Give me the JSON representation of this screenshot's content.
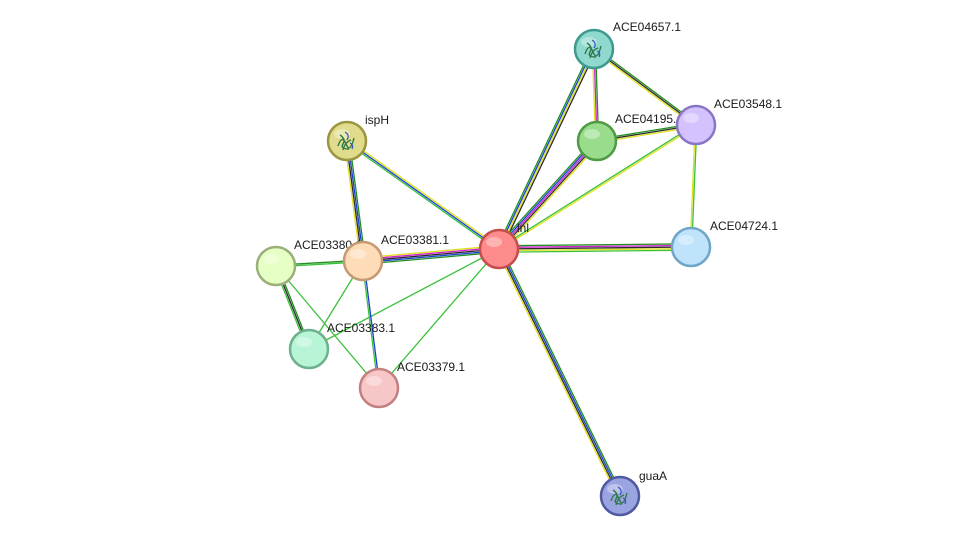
{
  "nodes": [
    {
      "id": "lnl",
      "label": "lnl",
      "color": "#ff8c8c",
      "stroke": "#c44d4d",
      "icon": ""
    },
    {
      "id": "ACE04657.1",
      "label": "ACE04657.1",
      "color": "#8fd9cf",
      "stroke": "#3d9a8c",
      "icon": "protein-structure-icon"
    },
    {
      "id": "ACE04195",
      "label": "ACE04195.",
      "color": "#99dd8c",
      "stroke": "#4f9a45",
      "icon": ""
    },
    {
      "id": "ACE03548.1",
      "label": "ACE03548.1",
      "color": "#d4c2ff",
      "stroke": "#8a76c4",
      "icon": ""
    },
    {
      "id": "ACE04724.1",
      "label": "ACE04724.1",
      "color": "#bfe3fb",
      "stroke": "#6fa6c8",
      "icon": ""
    },
    {
      "id": "ispH",
      "label": "ispH",
      "color": "#e0dc8c",
      "stroke": "#9a9540",
      "icon": "protein-structure-icon"
    },
    {
      "id": "ACE03380.1",
      "label": "ACE03380.1",
      "color": "#e6ffc4",
      "stroke": "#9ab07a",
      "icon": ""
    },
    {
      "id": "ACE03381.1",
      "label": "ACE03381.1",
      "color": "#ffdcb8",
      "stroke": "#c49a72",
      "icon": ""
    },
    {
      "id": "ACE03383.1",
      "label": "ACE03383.1",
      "color": "#b8f5d6",
      "stroke": "#6cb08e",
      "icon": ""
    },
    {
      "id": "ACE03379.1",
      "label": "ACE03379.1",
      "color": "#f7c6c6",
      "stroke": "#c48080",
      "icon": ""
    },
    {
      "id": "guaA",
      "label": "guaA",
      "color": "#9aa4e0",
      "stroke": "#4f5aa0",
      "icon": "protein-structure-icon"
    }
  ],
  "edges": [
    {
      "source": "lnl",
      "target": "ACE04657.1",
      "colors": [
        "#1f8f1f",
        "#1a3fd1",
        "#e0e020",
        "#2a2a2a"
      ]
    },
    {
      "source": "lnl",
      "target": "ACE04195",
      "colors": [
        "#1f8f1f",
        "#1a3fd1",
        "#d01fd0",
        "#2a2a2a",
        "#e0e020"
      ]
    },
    {
      "source": "lnl",
      "target": "ACE03548.1",
      "colors": [
        "#3ac23a",
        "#e0e020"
      ]
    },
    {
      "source": "lnl",
      "target": "ACE04724.1",
      "colors": [
        "#1f8f1f",
        "#d01fd0",
        "#2a2a2a",
        "#e0e020",
        "#3ac23a"
      ]
    },
    {
      "source": "lnl",
      "target": "ispH",
      "colors": [
        "#3ac23a",
        "#1a3fd1",
        "#e0e020"
      ]
    },
    {
      "source": "lnl",
      "target": "ACE03381.1",
      "colors": [
        "#1f8f1f",
        "#1a3fd1",
        "#2a2a2a",
        "#d01fd0",
        "#e0e020"
      ]
    },
    {
      "source": "lnl",
      "target": "ACE03383.1",
      "colors": [
        "#3ac23a"
      ]
    },
    {
      "source": "lnl",
      "target": "ACE03379.1",
      "colors": [
        "#3ac23a"
      ]
    },
    {
      "source": "lnl",
      "target": "guaA",
      "colors": [
        "#1f8f1f",
        "#1a3fd1",
        "#2a2a2a",
        "#e0e020"
      ]
    },
    {
      "source": "ACE04657.1",
      "target": "ACE04195",
      "colors": [
        "#1f8f1f",
        "#d01fd0",
        "#e0e020"
      ]
    },
    {
      "source": "ACE04657.1",
      "target": "ACE03548.1",
      "colors": [
        "#1f8f1f",
        "#2a2a2a",
        "#e0e020"
      ]
    },
    {
      "source": "ACE04195",
      "target": "ACE03548.1",
      "colors": [
        "#1f8f1f",
        "#2a2a2a",
        "#e0e020"
      ]
    },
    {
      "source": "ACE03548.1",
      "target": "ACE04724.1",
      "colors": [
        "#3ac23a",
        "#e0e020"
      ]
    },
    {
      "source": "ispH",
      "target": "ACE03381.1",
      "colors": [
        "#1f8f1f",
        "#1a3fd1",
        "#2a2a2a",
        "#e0e020"
      ]
    },
    {
      "source": "ACE03380.1",
      "target": "ACE03381.1",
      "colors": [
        "#1f8f1f",
        "#3ac23a"
      ]
    },
    {
      "source": "ACE03380.1",
      "target": "ACE03383.1",
      "colors": [
        "#1f8f1f",
        "#2a2a2a",
        "#3ac23a"
      ]
    },
    {
      "source": "ACE03380.1",
      "target": "ACE03379.1",
      "colors": [
        "#3ac23a"
      ]
    },
    {
      "source": "ACE03381.1",
      "target": "ACE03383.1",
      "colors": [
        "#3ac23a"
      ]
    },
    {
      "source": "ACE03381.1",
      "target": "ACE03379.1",
      "colors": [
        "#1a3fd1",
        "#3ac23a"
      ]
    }
  ]
}
